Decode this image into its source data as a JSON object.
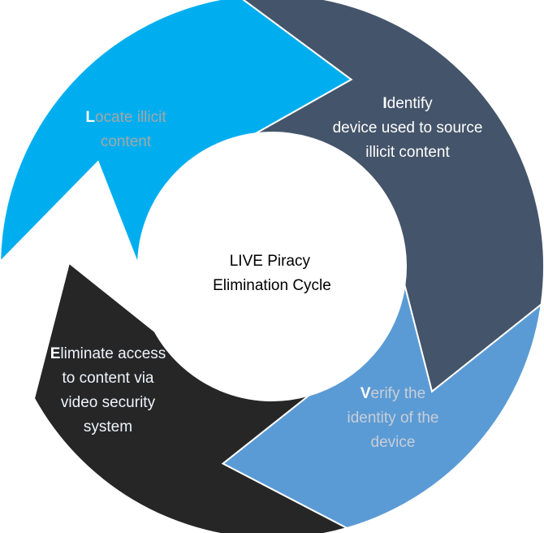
{
  "center": {
    "lines": [
      "LIVE Piracy",
      "Elimination Cycle"
    ]
  },
  "segments": [
    {
      "id": "identify",
      "initial": "I",
      "first_rest": "dentify",
      "lines": [
        "device used to source",
        "illicit content"
      ],
      "color": "#00aeef",
      "text_color": "#ffffff",
      "initial_color": "#ffffff"
    },
    {
      "id": "verify",
      "initial": "V",
      "first_rest": "erify the",
      "lines": [
        "identity of the",
        "device"
      ],
      "color": "#44546a",
      "text_color": "#c8ced6",
      "initial_color": "#ffffff"
    },
    {
      "id": "eliminate",
      "initial": "E",
      "first_rest": "liminate access",
      "lines": [
        "to content via",
        "video security",
        "system"
      ],
      "color": "#5b9bd5",
      "text_color": "#eef4fb",
      "initial_color": "#ffffff"
    },
    {
      "id": "locate",
      "initial": "L",
      "first_rest": "ocate illicit",
      "lines": [
        "content"
      ],
      "color": "#262626",
      "text_color": "#a6a6a6",
      "initial_color": "#ffffff"
    }
  ]
}
